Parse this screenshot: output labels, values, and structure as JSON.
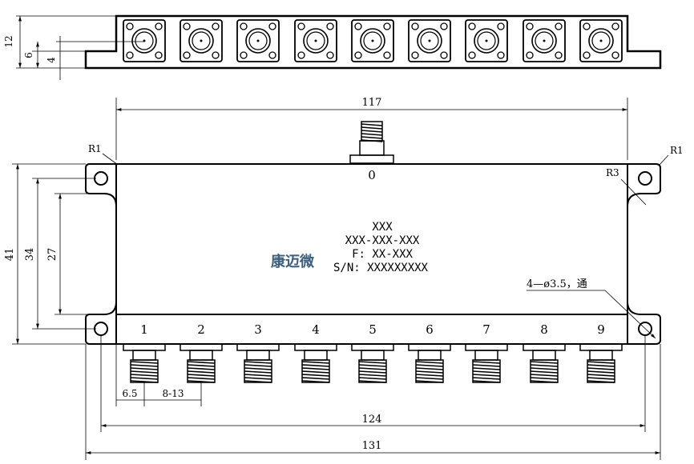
{
  "dimensions": {
    "top_height": "12",
    "top_step": "6",
    "top_connector": "4",
    "overall_width_top": "117",
    "height_41": "41",
    "height_34": "34",
    "height_27": "27",
    "hole_span": "124",
    "overall_width": "131",
    "pitch_first": "6.5",
    "pitch": "8-13"
  },
  "radii": {
    "r1_left": "R1",
    "r1_right": "R1",
    "r3": "R3"
  },
  "holes_note": "4—ø3.5，通",
  "ports": {
    "input": "0",
    "outputs": [
      "1",
      "2",
      "3",
      "4",
      "5",
      "6",
      "7",
      "8",
      "9"
    ]
  },
  "label": {
    "model": "XXX",
    "part": "XXX-XXX-XXX",
    "freq": "F: XX-XXX",
    "serial": "S/N: XXXXXXXXX"
  },
  "brand": "康迈微"
}
